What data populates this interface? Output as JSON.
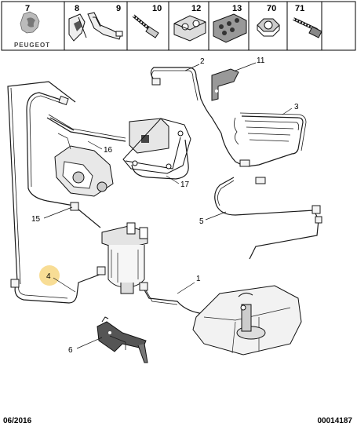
{
  "brand": {
    "name": "PEUGEOT",
    "corner_mark": "7"
  },
  "header_parts": [
    {
      "number": "8",
      "icon": "pipe-clip-icon"
    },
    {
      "number": "9",
      "icon": "bracket-clip-icon"
    },
    {
      "number": "10",
      "icon": "bolt-icon"
    },
    {
      "number": "12",
      "icon": "pipe-holder-icon"
    },
    {
      "number": "13",
      "icon": "multi-clip-icon"
    },
    {
      "number": "70",
      "icon": "nut-icon"
    },
    {
      "number": "71",
      "icon": "screw-icon"
    }
  ],
  "callouts": [
    {
      "number": "1"
    },
    {
      "number": "2"
    },
    {
      "number": "3"
    },
    {
      "number": "4",
      "highlighted": true
    },
    {
      "number": "5"
    },
    {
      "number": "6"
    },
    {
      "number": "11"
    },
    {
      "number": "15"
    },
    {
      "number": "16"
    },
    {
      "number": "17"
    }
  ],
  "colors": {
    "line": "#1a1a1a",
    "highlight": "#f7d98a",
    "border": "#000000"
  },
  "footer": {
    "date": "06/2016",
    "reference": "00014187"
  }
}
